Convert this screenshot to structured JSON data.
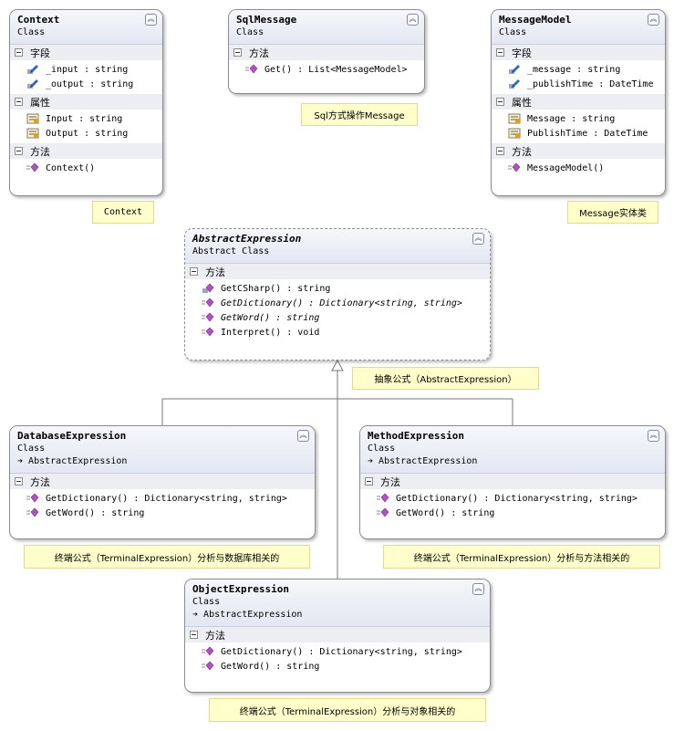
{
  "labels": {
    "fields": "字段",
    "properties": "属性",
    "methods": "方法"
  },
  "classes": {
    "context": {
      "name": "Context",
      "kind": "Class",
      "fields": [
        "_input : string",
        "_output : string"
      ],
      "properties": [
        "Input : string",
        "Output : string"
      ],
      "methods": [
        "Context()"
      ]
    },
    "sqlmessage": {
      "name": "SqlMessage",
      "kind": "Class",
      "methods": [
        "Get() : List<MessageModel>"
      ]
    },
    "messagemodel": {
      "name": "MessageModel",
      "kind": "Class",
      "fields": [
        "_message : string",
        "_publishTime : DateTime"
      ],
      "properties": [
        "Message : string",
        "PublishTime : DateTime"
      ],
      "methods": [
        "MessageModel()"
      ]
    },
    "abstractexpression": {
      "name": "AbstractExpression",
      "kind": "Abstract Class",
      "methods": [
        "GetCSharp() : string",
        "GetDictionary() : Dictionary<string, string>",
        "GetWord() : string",
        "Interpret() : void"
      ]
    },
    "databaseexpression": {
      "name": "DatabaseExpression",
      "kind": "Class",
      "base": "AbstractExpression",
      "methods": [
        "GetDictionary() : Dictionary<string, string>",
        "GetWord() : string"
      ]
    },
    "methodexpression": {
      "name": "MethodExpression",
      "kind": "Class",
      "base": "AbstractExpression",
      "methods": [
        "GetDictionary() : Dictionary<string, string>",
        "GetWord() : string"
      ]
    },
    "objectexpression": {
      "name": "ObjectExpression",
      "kind": "Class",
      "base": "AbstractExpression",
      "methods": [
        "GetDictionary() : Dictionary<string, string>",
        "GetWord() : string"
      ]
    }
  },
  "notes": {
    "context": "Context",
    "sqlmessage": "Sql方式操作Message",
    "messagemodel": "Message实体类",
    "abstract": "抽象公式（AbstractExpression）",
    "database": "终端公式（TerminalExpression）分析与数据库相关的",
    "method": "终端公式（TerminalExpression）分析与方法相关的",
    "object": "终端公式（TerminalExpression）分析与对象相关的"
  },
  "icons": {
    "collapse": "collapse-chevron-icon",
    "field": "field-icon",
    "property": "property-icon",
    "method": "method-icon",
    "inherit": "inherit-arrow-icon"
  },
  "colors": {
    "method": "#b24fc4",
    "field": "#2c66c8",
    "property": "#d7a21e",
    "note_bg": "#ffffcc",
    "header_bg": "#e3e7f2"
  }
}
